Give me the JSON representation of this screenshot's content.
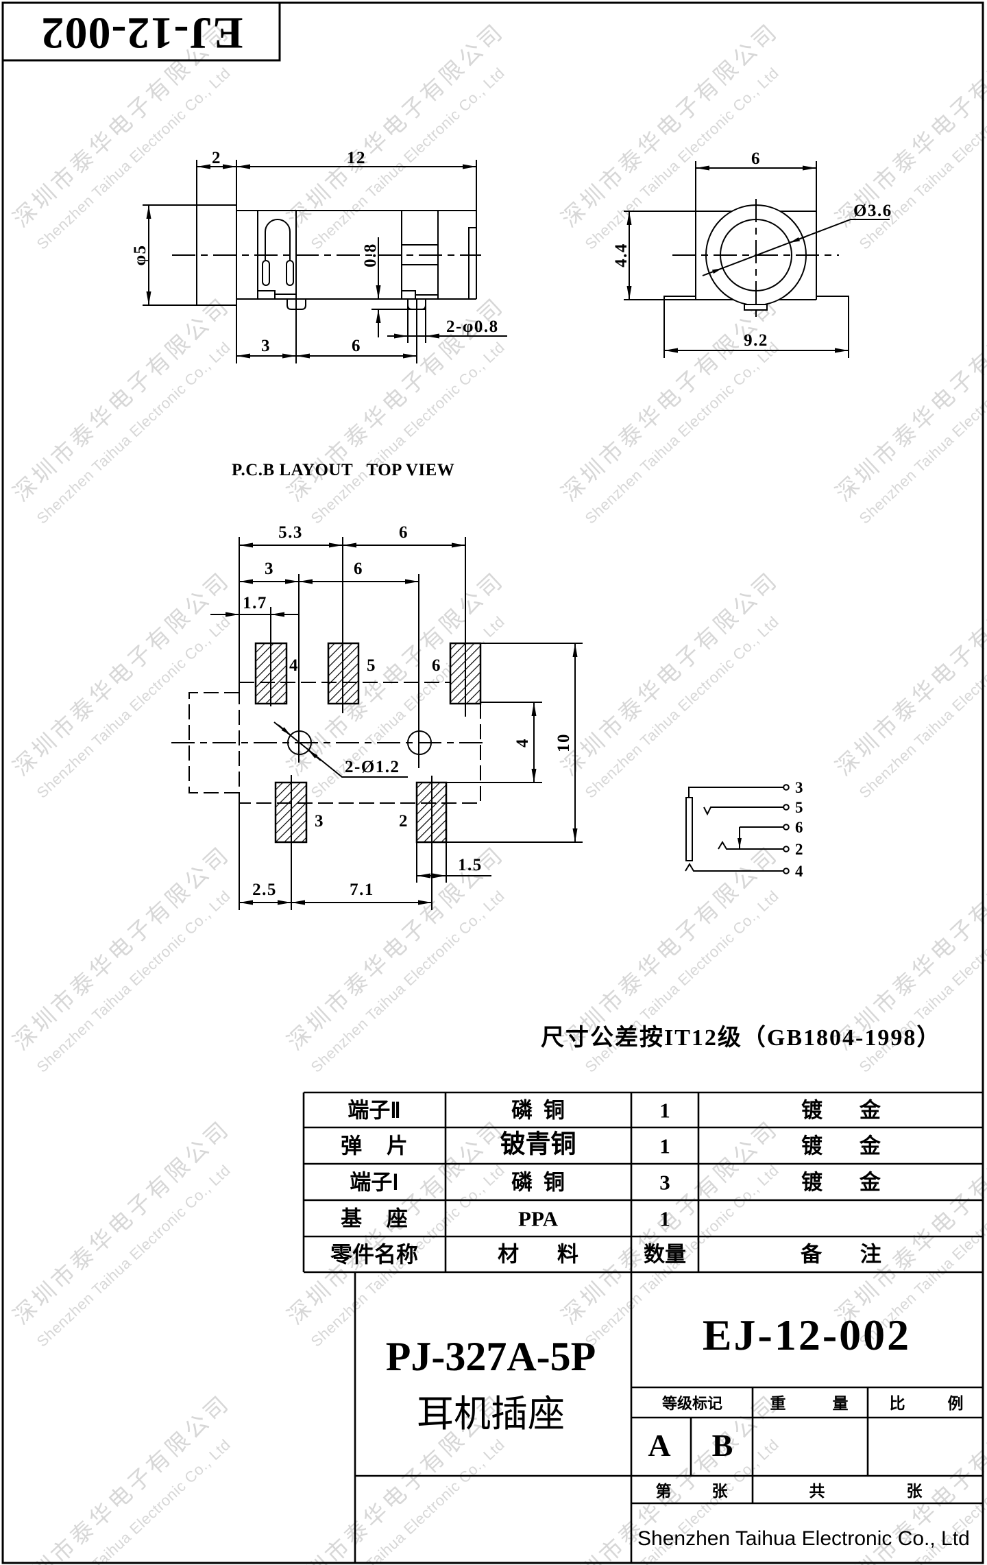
{
  "header": {
    "code": "EJ-12-002"
  },
  "side_view": {
    "dim_flange": "2",
    "dim_length": "12",
    "dim_diameter": "φ5",
    "dim_pin_offset": "0.8",
    "dim_pin_pitch_a": "3",
    "dim_pin_pitch_b": "6",
    "dim_pin_dia": "2-φ0.8"
  },
  "front_view": {
    "dim_width": "6",
    "dim_height": "4.4",
    "dim_base_width": "9.2",
    "dim_hole_dia": "Ø3.6"
  },
  "pcb_layout": {
    "title": "P.C.B LAYOUT   TOP VIEW",
    "dims": {
      "d_5_3": "5.3",
      "d_6_top": "6",
      "d_3": "3",
      "d_6_mid": "6",
      "d_1_7": "1.7",
      "d_4": "4",
      "d_10": "10",
      "d_1_5": "1.5",
      "d_2_5": "2.5",
      "d_7_1": "7.1"
    },
    "holes_label": "2-Ø1.2",
    "pads": [
      {
        "label": "4"
      },
      {
        "label": "5"
      },
      {
        "label": "6"
      },
      {
        "label": "3"
      },
      {
        "label": "2"
      }
    ]
  },
  "schematic": {
    "pins": [
      "3",
      "5",
      "6",
      "2",
      "4"
    ]
  },
  "tolerance_note": "尺寸公差按IT12级（GB1804-1998）",
  "bom_table": {
    "rows": [
      {
        "part": "端子Ⅱ",
        "material": "磷 铜",
        "qty": "1",
        "note": "镀 金"
      },
      {
        "part": "弹 片",
        "material": "铍青铜",
        "qty": "1",
        "note": "镀 金"
      },
      {
        "part": "端子Ⅰ",
        "material": "磷 铜",
        "qty": "3",
        "note": "镀 金"
      },
      {
        "part": "基 座",
        "material": "PPA",
        "qty": "1",
        "note": ""
      }
    ],
    "header": {
      "part": "零件名称",
      "material": "材 料",
      "qty": "数量",
      "note": "备 注"
    }
  },
  "title_block": {
    "model": "PJ-327A-5P",
    "product_name": "耳机插座",
    "drawing_code": "EJ-12-002",
    "grade_label": "等级标记",
    "weight_label": [
      "重",
      "量"
    ],
    "scale_label": [
      "比",
      "例"
    ],
    "grade_a": "A",
    "grade_b": "B",
    "sheet_no": [
      "第",
      "张"
    ],
    "sheet_total": [
      "共",
      "张"
    ],
    "company": "Shenzhen Taihua Electronic Co., Ltd"
  },
  "watermark": {
    "cn": "深圳市泰华电子有限公司",
    "en": "Shenzhen Taihua Electronic Co., Ltd"
  },
  "colors": {
    "ink": "#000000",
    "paper": "#ffffff",
    "watermark": "#d7d7d7"
  }
}
